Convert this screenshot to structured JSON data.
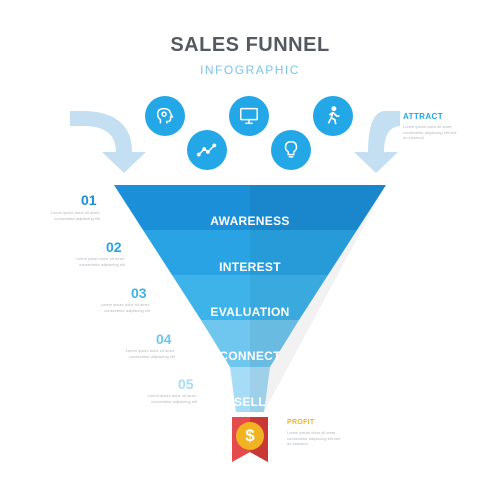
{
  "header": {
    "title": "SALES FUNNEL",
    "subtitle": "INFOGRAPHIC"
  },
  "colors": {
    "accent": "#23a7e7",
    "dark_text": "#555a60",
    "profit": "#f2b322",
    "arrow": "#c4dff1",
    "levels": [
      "#1c8fd9",
      "#2aa3e4",
      "#3db3ea",
      "#6fc6ef",
      "#a7dcf6"
    ]
  },
  "icons": [
    "head-gears-icon",
    "line-chart-icon",
    "computer-monitor-icon",
    "light-bulb-icon",
    "walking-person-icon"
  ],
  "stages": [
    {
      "number": "01",
      "label": "AWARENESS",
      "desc": "Lorem ipsum dolor sit amet, consectetur adipiscing elit"
    },
    {
      "number": "02",
      "label": "INTEREST",
      "desc": "Lorem ipsum dolor sit amet, consectetur adipiscing elit"
    },
    {
      "number": "03",
      "label": "EVALUATION",
      "desc": "Lorem ipsum dolor sit amet, consectetur adipiscing elit"
    },
    {
      "number": "04",
      "label": "CONNECT",
      "desc": "Lorem ipsum dolor sit amet, consectetur adipiscing elit"
    },
    {
      "number": "05",
      "label": "SELL",
      "desc": "Lorem ipsum dolor sit amet, consectetur adipiscing elit"
    }
  ],
  "attract": {
    "label": "ATTRACT",
    "desc": "Lorem ipsum dolor sit amet, consectetur adipiscing elit sed do eiusmod"
  },
  "profit": {
    "label": "PROFIT",
    "symbol": "$",
    "desc": "Lorem ipsum dolor sit amet, consectetur adipiscing elit sed do eiusmod"
  }
}
